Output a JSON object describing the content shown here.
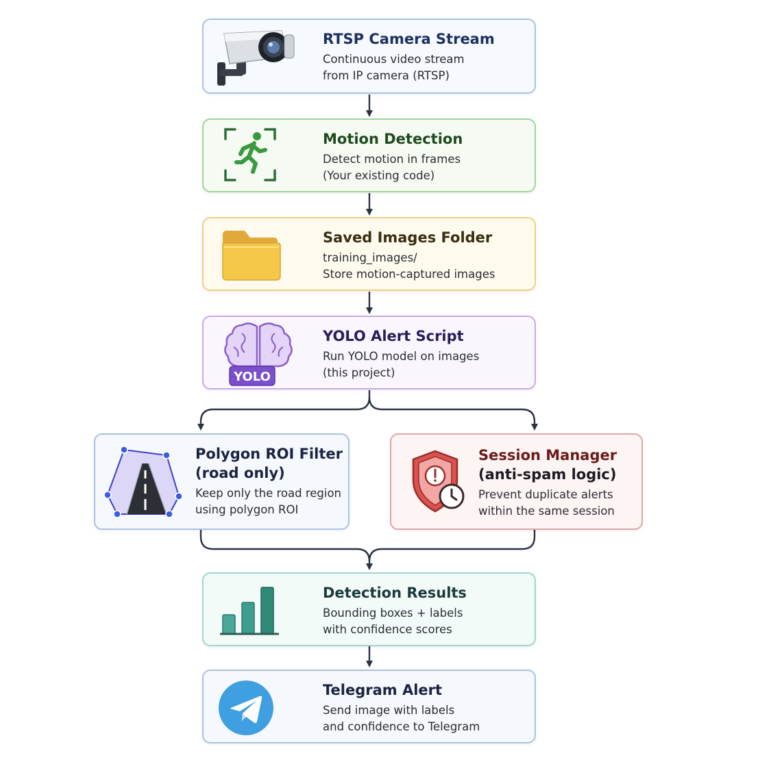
{
  "nodes": {
    "rtsp": {
      "title": "RTSP Camera Stream",
      "line1": "Continuous video stream",
      "line2": "from IP camera (RTSP)",
      "border": "#a9c2e3",
      "bg": "#f6f9fe",
      "titleColor": "#1d2f5e"
    },
    "motion": {
      "title": "Motion Detection",
      "line1": "Detect motion in frames",
      "line2": "(Your existing code)",
      "border": "#9fd49c",
      "bg": "#f5fbf3",
      "titleColor": "#1f4a1f"
    },
    "saved": {
      "title": "Saved Images Folder",
      "line1": "training_images/",
      "line2": "Store motion-captured images",
      "border": "#ecd083",
      "bg": "#fefbee",
      "titleColor": "#3a2e12"
    },
    "yolo": {
      "title": "YOLO Alert Script",
      "line1": "Run YOLO model on images",
      "line2": "(this project)",
      "badge": "YOLO",
      "border": "#c8a9e8",
      "bg": "#faf6fe",
      "titleColor": "#2c1d5a"
    },
    "polygon": {
      "title": "Polygon ROI Filter",
      "title2": "(road only)",
      "line1": "Keep only the road region",
      "line2": "using polygon ROI",
      "border": "#a9c2e3",
      "bg": "#f5f8fd",
      "titleColor": "#1b2340"
    },
    "session": {
      "title": "Session Manager",
      "title2": "(anti-spam logic)",
      "line1": "Prevent duplicate alerts",
      "line2": "within the same session",
      "border": "#e2a5a5",
      "bg": "#fdf4f4",
      "titleColor": "#6a1a1a"
    },
    "results": {
      "title": "Detection Results",
      "line1": "Bounding boxes + labels",
      "line2": "with confidence scores",
      "border": "#9ed6cd",
      "bg": "#f3fbf9",
      "titleColor": "#1a3b3a"
    },
    "telegram": {
      "title": "Telegram Alert",
      "line1": "Send image with labels",
      "line2": "and confidence to Telegram",
      "border": "#a9c2e3",
      "bg": "#f5f8fd",
      "titleColor": "#1b2340"
    }
  },
  "colors": {
    "connector": "#2a3142",
    "telegram_blue": "#3f9fe0",
    "yolo_purple": "#7b4fc9",
    "chart_teal": "#3c9e8c"
  }
}
